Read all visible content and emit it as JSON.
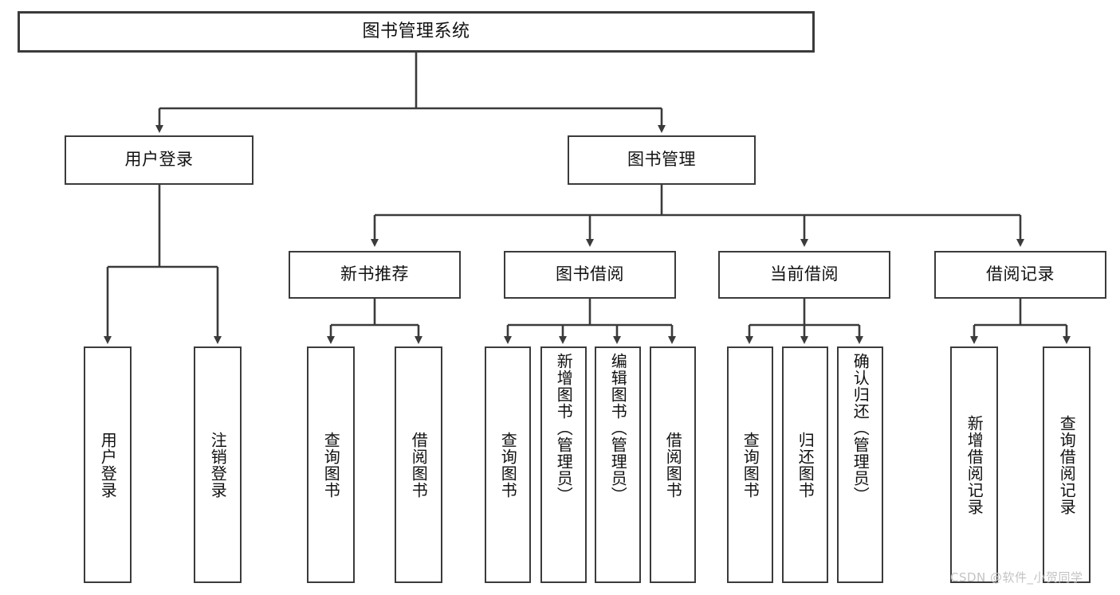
{
  "diagram": {
    "title": "图书管理系统",
    "type": "hierarchy-tree",
    "watermark": "CSDN @软件_小贺同学",
    "colors": {
      "box_border": "#3b3b3b",
      "box_fill": "#ffffff",
      "connector": "#3b3b3b",
      "text": "#111111",
      "watermark": "#c3c3c3"
    },
    "levels": {
      "root": "图书管理系统",
      "level2": [
        "用户登录",
        "图书管理"
      ],
      "level3": [
        "新书推荐",
        "图书借阅",
        "当前借阅",
        "借阅记录"
      ]
    },
    "nodes": {
      "root": {
        "label": "图书管理系统"
      },
      "user_login": {
        "label": "用户登录"
      },
      "book_manage": {
        "label": "图书管理"
      },
      "new_book_rec": {
        "label": "新书推荐"
      },
      "book_borrow": {
        "label": "图书借阅"
      },
      "current_borrow": {
        "label": "当前借阅"
      },
      "borrow_record": {
        "label": "借阅记录"
      }
    },
    "leaves": {
      "user_login": [
        {
          "label": "用户登录"
        },
        {
          "label": "注销登录"
        }
      ],
      "new_book_rec": [
        {
          "label": "查询图书"
        },
        {
          "label": "借阅图书"
        }
      ],
      "book_borrow": [
        {
          "label": "查询图书"
        },
        {
          "label": "新增图书（管理员）"
        },
        {
          "label": "编辑图书（管理员）"
        },
        {
          "label": "借阅图书"
        }
      ],
      "current_borrow": [
        {
          "label": "查询图书"
        },
        {
          "label": "归还图书"
        },
        {
          "label": "确认归还（管理员）"
        }
      ],
      "borrow_record": [
        {
          "label": "新增借阅记录"
        },
        {
          "label": "查询借阅记录"
        }
      ]
    }
  }
}
